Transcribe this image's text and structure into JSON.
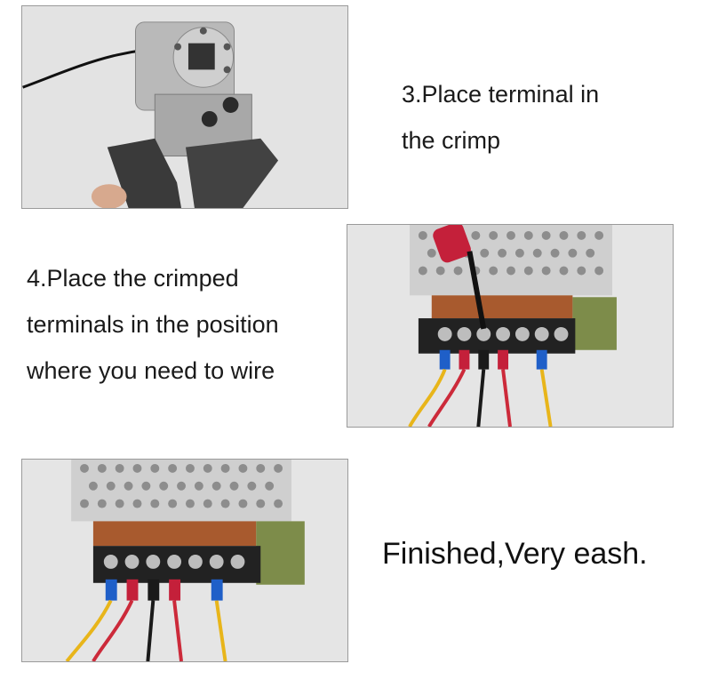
{
  "steps": [
    {
      "line1": "3.Place terminal in",
      "line2": "the crimp"
    },
    {
      "line1": "4.Place the crimped",
      "line2": "terminals in the position",
      "line3": "where you need to wire"
    }
  ],
  "finished_text": "Finished,Very eash.",
  "photos": [
    {
      "icon": "crimping-tool-photo"
    },
    {
      "icon": "power-supply-screwdriver-photo"
    },
    {
      "icon": "power-supply-wired-photo"
    }
  ],
  "colors": {
    "panel_border": "#9a9a9a",
    "wire_yellow": "#e8b51a",
    "wire_red": "#cc2a3a",
    "wire_black": "#1a1a1a",
    "terminal_blue": "#1f5fc8",
    "terminal_red": "#c4203a"
  }
}
